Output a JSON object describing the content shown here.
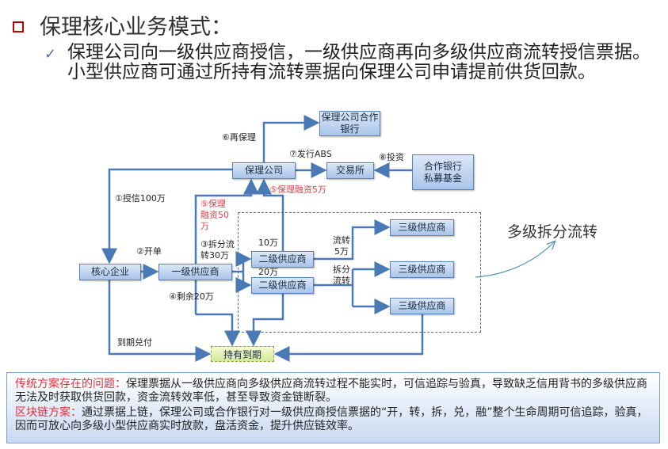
{
  "title": "保理核心业务模式：",
  "subtitle": "保理公司向一级供应商授信，一级供应商再向多级供应商流转授信票据。小型供应商可通过所持有流转票据向保理公司申请提前供货回款。",
  "diagram": {
    "nodes": {
      "partner_bank": "保理公司合作银行",
      "factoring": "保理公司",
      "exchange": "交易所",
      "fund": "合作银行私募基金",
      "core": "核心企业",
      "tier1": "一级供应商",
      "tier2a": "二级供应商",
      "tier2b": "二级供应商",
      "tier3a": "三级供应商",
      "tier3b": "三级供应商",
      "tier3c": "三级供应商",
      "hold": "持有到期"
    },
    "labels": {
      "refactor": "⑥再保理",
      "abs": "⑦发行ABS",
      "invest": "⑧投资",
      "credit": "①授信100万",
      "finance5": "⑤保理融资5万",
      "finance50": "⑤保理融资50万",
      "issue": "②开单",
      "split30": "③拆分流转30万",
      "w10": "10万",
      "w20": "20万",
      "flow5": "流转5万",
      "split_flow": "拆分流转",
      "remain20": "④剩余20万",
      "due_pay": "到期兑付"
    },
    "multi_flow": "多级拆分流转"
  },
  "note": {
    "problem_key": "传统方案存在的问题：",
    "problem_text": "保理票据从一级供应商向多级供应商流转过程不能实时，可信追踪与验真，导致缺乏信用背书的多级供应商无法及时获取供货回款，资金流转效率低，甚至导致资金链断裂。",
    "solution_key": "区块链方案：",
    "solution_text": "通过票据上链，保理公司或合作银行对一级供应商授信票据的“开，转，拆，兑，融”整个生命周期可信追踪，验真，因而可放心向多级小型供应商实时放款，盘活资金，提升供应链效率。"
  },
  "colors": {
    "line": "#4a7ab5",
    "accent_red": "#e0404a",
    "bullet": "#c00000"
  }
}
